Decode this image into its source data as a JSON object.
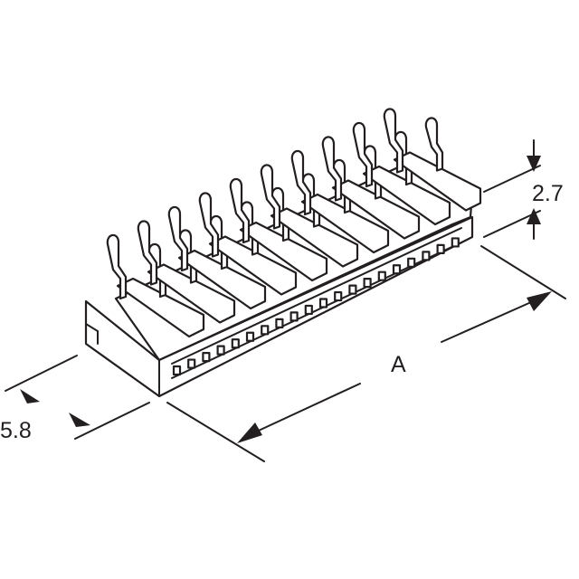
{
  "dimensions": {
    "height_label": "2.7",
    "length_label": "A",
    "depth_label": "5.8"
  },
  "pin_count": 10
}
